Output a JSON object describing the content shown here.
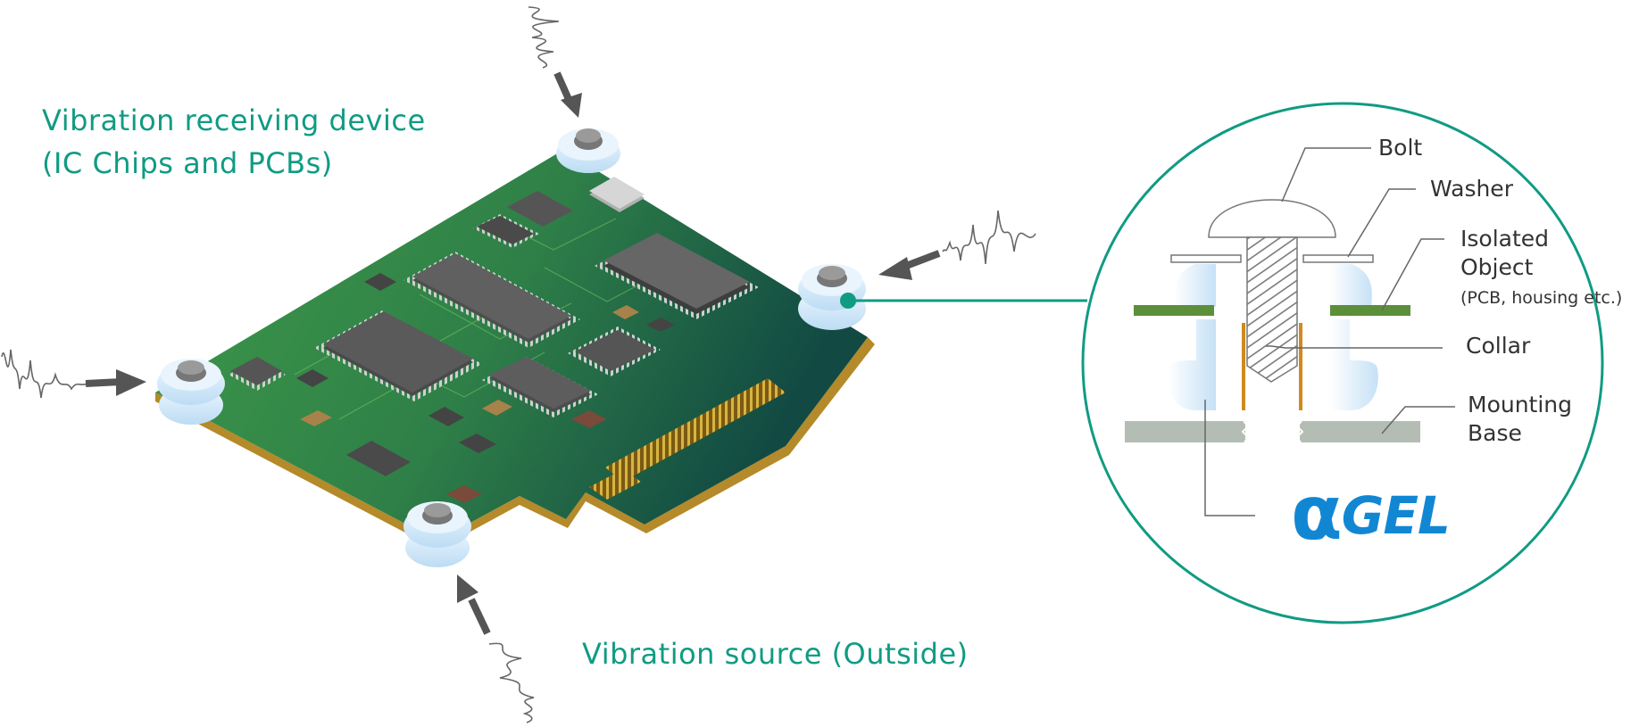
{
  "captions": {
    "device_line1": "Vibration receiving device",
    "device_line2": "(IC Chips and PCBs)",
    "source": "Vibration source (Outside)"
  },
  "labels": {
    "bolt": "Bolt",
    "washer": "Washer",
    "isolated_line1": "Isolated",
    "isolated_line2": "Object",
    "isolated_note": "(PCB, housing etc.)",
    "collar": "Collar",
    "mounting_line1": "Mounting",
    "mounting_line2": "Base"
  },
  "logo": {
    "alpha": "α",
    "text": "GEL"
  },
  "colors": {
    "accent_teal": "#109b83",
    "pcb_green_light": "#3e9a48",
    "pcb_green_dark": "#124a43",
    "gel_blue": "#cfe6f8",
    "logo_blue": "#1187d4",
    "arrow_gray": "#555555",
    "collar_orange": "#d08a1e",
    "base_gray": "#b4bdb3"
  }
}
